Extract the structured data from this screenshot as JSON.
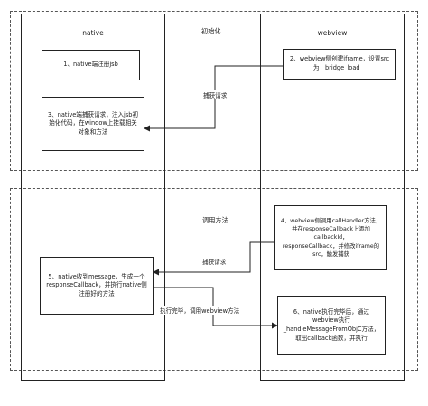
{
  "sections": [
    {
      "id": "init",
      "label": "初始化"
    },
    {
      "id": "call",
      "label": "调用方法"
    }
  ],
  "lanes": {
    "native": {
      "title": "native"
    },
    "webview": {
      "title": "webview"
    }
  },
  "steps": [
    {
      "id": "s1",
      "lane": "native",
      "text": "1、native端注册jsb"
    },
    {
      "id": "s2",
      "lane": "webview",
      "text": "2、webview侧创建iframe，设置src为__bridge_load__"
    },
    {
      "id": "s3",
      "lane": "native",
      "text": "3、native端捕获请求，注入jsb初始化代码，在window上挂载相关对象和方法"
    },
    {
      "id": "s4",
      "lane": "webview",
      "text": "4、webview侧调用callHandler方法，并在responseCallback上添加callbackId，\nresponseCallback，并修改iframe的src，触发捕获"
    },
    {
      "id": "s5",
      "lane": "native",
      "text": "5、native收到message，生成一个responseCallback，并执行native侧注册好的方法"
    },
    {
      "id": "s6",
      "lane": "webview",
      "text": "6、native执行完毕后，通过webview执行_handleMessageFromObjC方法，取出callback函数，并执行"
    }
  ],
  "arrows": [
    {
      "id": "a1",
      "from": "s2",
      "to": "s3",
      "label": "捕获请求"
    },
    {
      "id": "a2",
      "from": "s4",
      "to": "s5",
      "label": "捕获请求"
    },
    {
      "id": "a3",
      "from": "s5",
      "to": "s6",
      "label": "执行完毕，调用webview方法"
    }
  ]
}
